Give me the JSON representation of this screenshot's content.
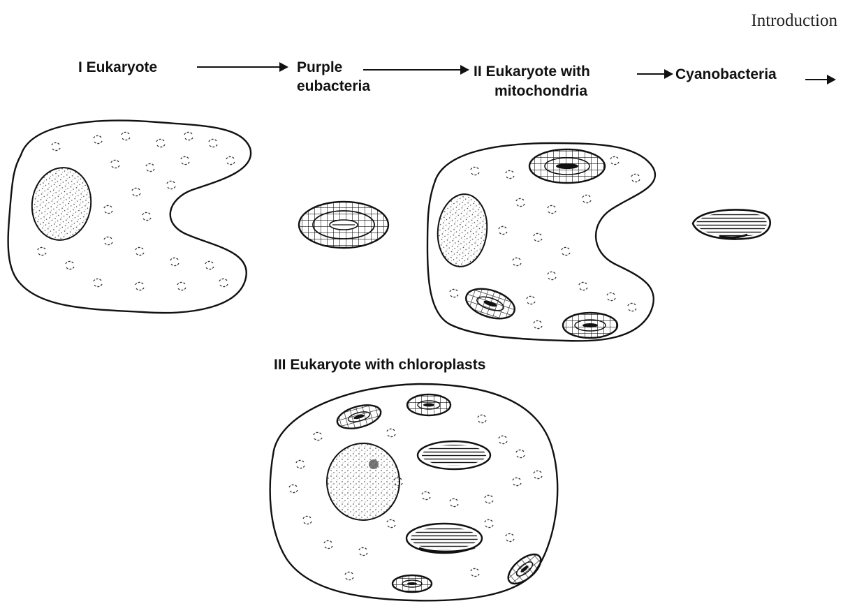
{
  "header": {
    "title": "Introduction"
  },
  "labels": {
    "stage1": "I  Eukaryote",
    "purple_line1": "Purple",
    "purple_line2": "eubacteria",
    "stage2_line1": "II  Eukaryote with",
    "stage2_line2": "mitochondria",
    "cyano": "Cyanobacteria",
    "stage3": "III  Eukaryote with chloroplasts"
  },
  "colors": {
    "ink": "#111111",
    "paper": "#ffffff"
  }
}
